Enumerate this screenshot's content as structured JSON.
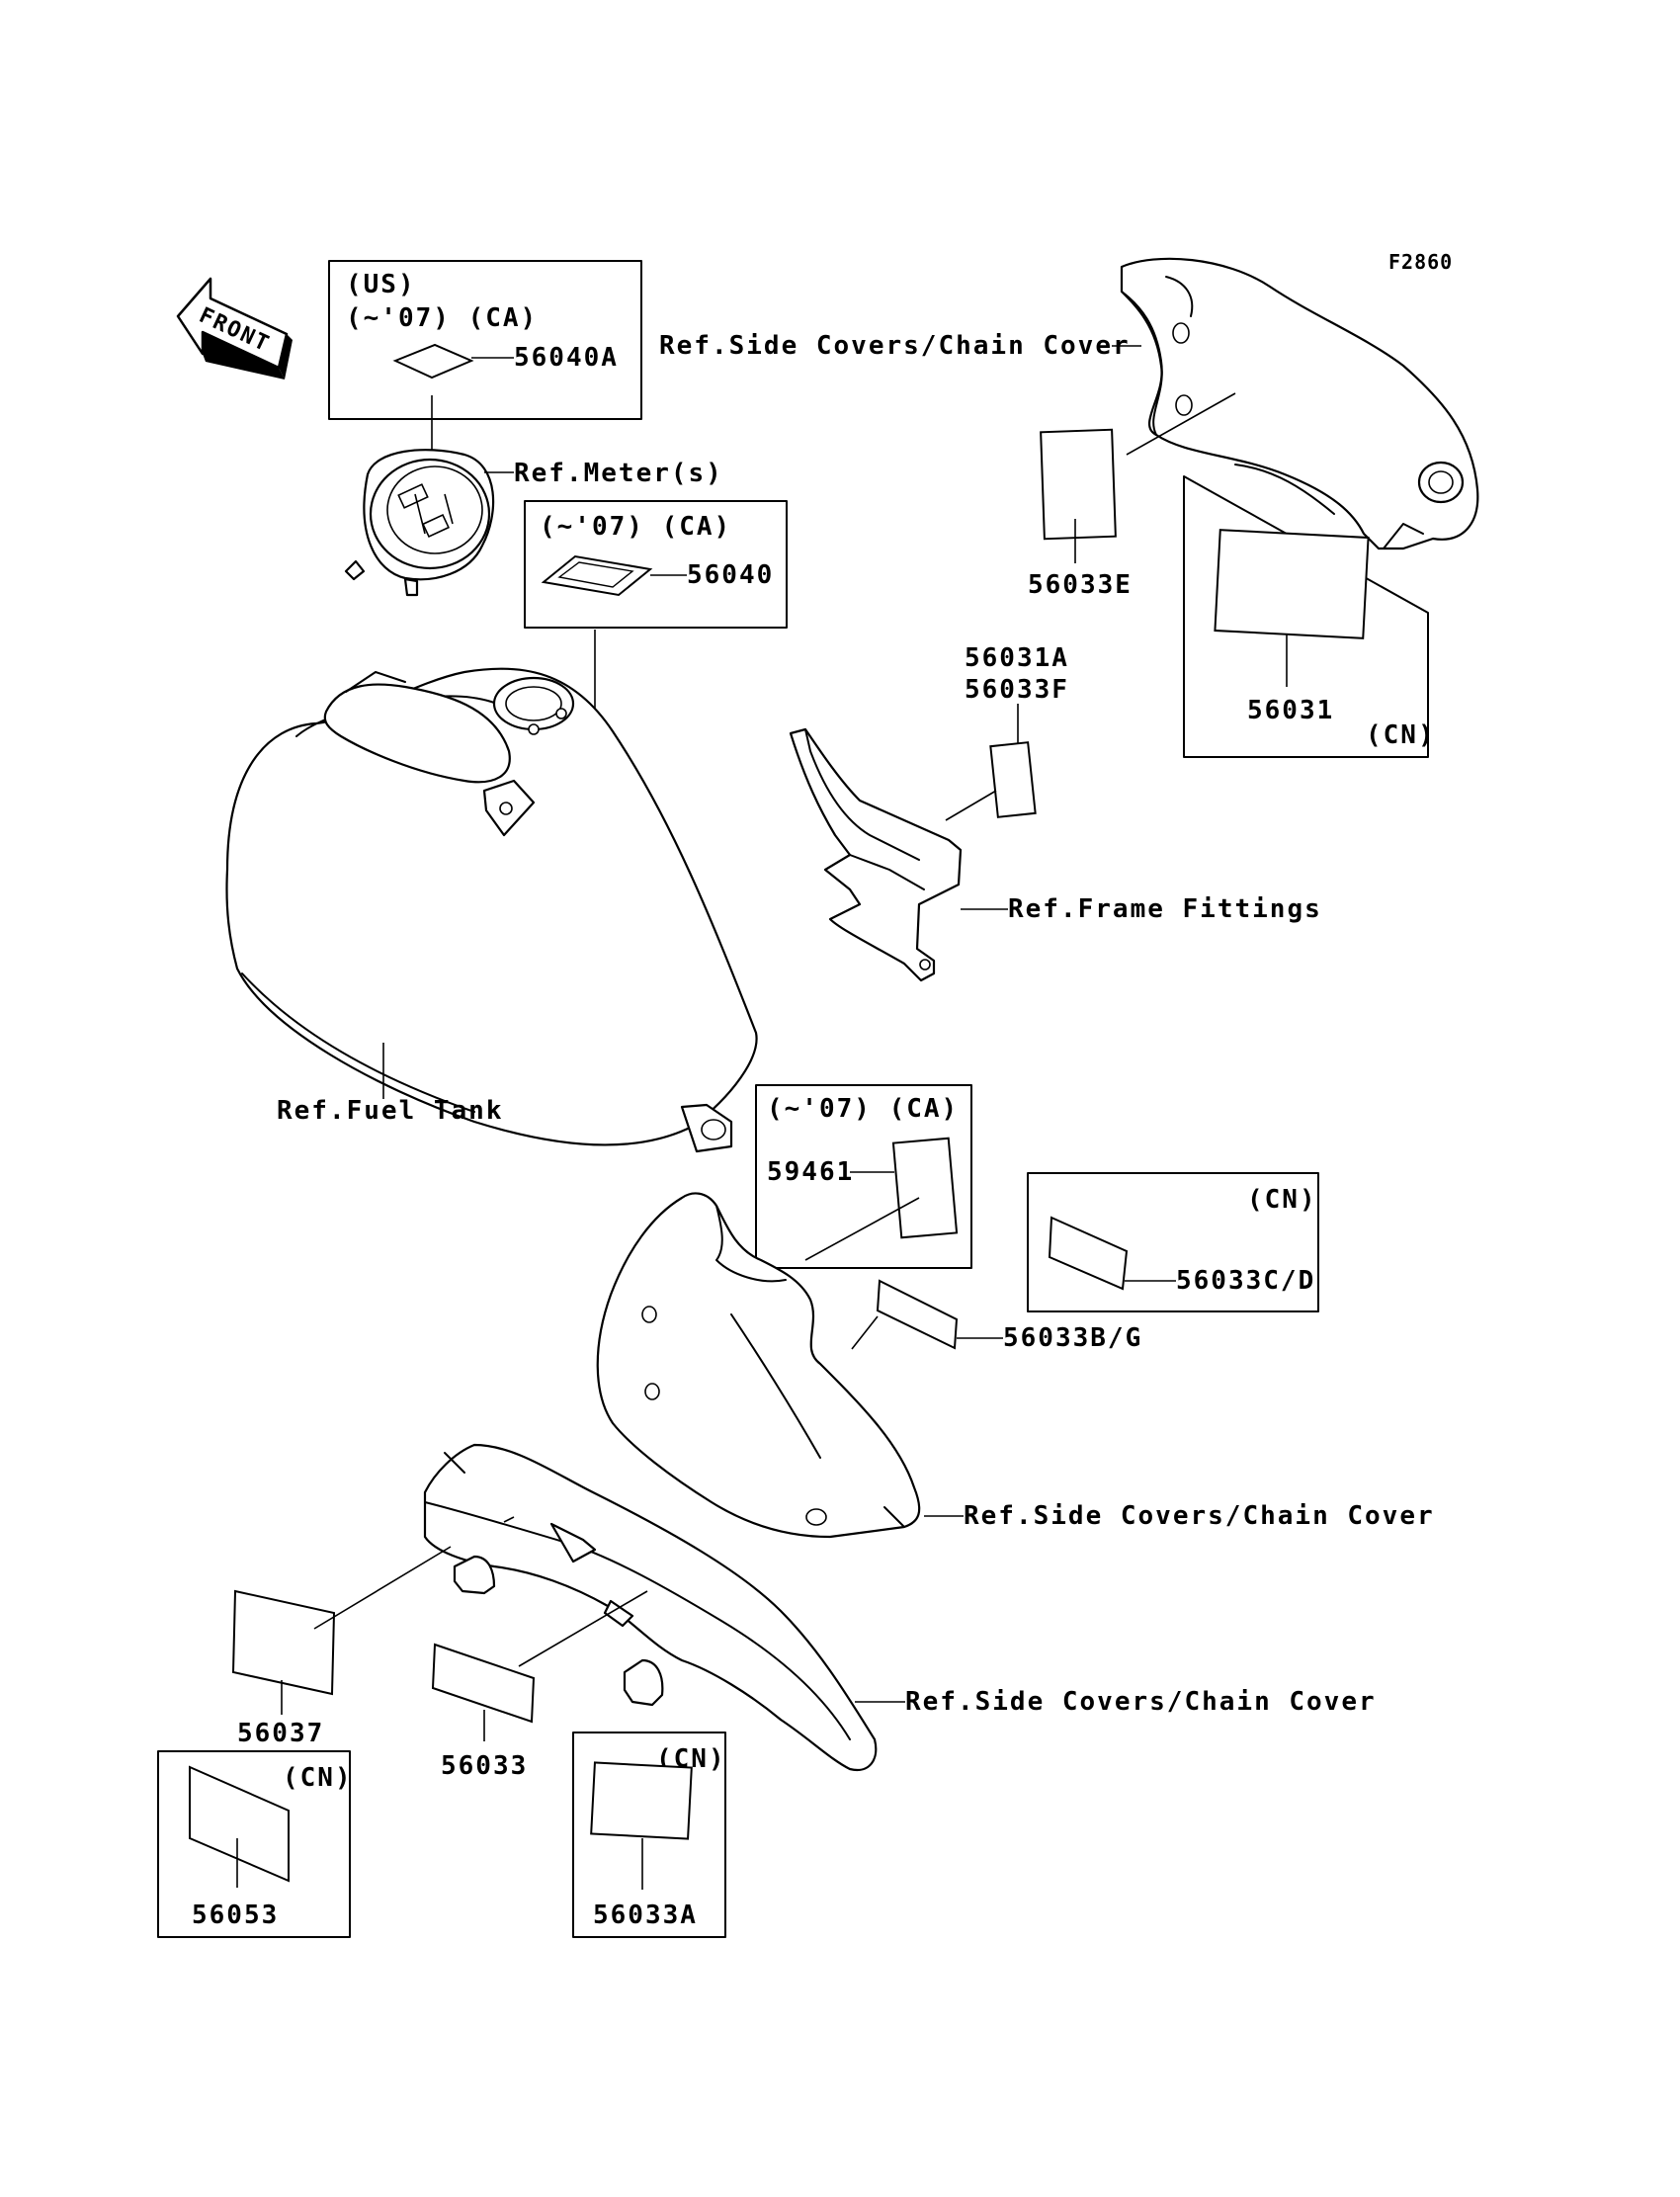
{
  "figure_code": "F2860",
  "front_label": "FRONT",
  "callouts": {
    "us": "(US)",
    "ca_07_a": "(~'07) (CA)",
    "ca_07_b": "(~'07) (CA)",
    "ca_07_c": "(~'07) (CA)",
    "cn_56031": "(CN)",
    "cn_56033cd": "(CN)",
    "cn_56053": "(CN)",
    "cn_56033a": "(CN)"
  },
  "part_numbers": {
    "p56040a": "56040A",
    "p56040": "56040",
    "p56033e": "56033E",
    "p56031": "56031",
    "p56031a": "56031A",
    "p56033f": "56033F",
    "p59461": "59461",
    "p56033cd": "56033C/D",
    "p56033bg": "56033B/G",
    "p56037": "56037",
    "p56033": "56033",
    "p56053": "56053",
    "p56033a": "56033A"
  },
  "references": {
    "side_covers_top": "Ref.Side Covers/Chain Cover",
    "meters": "Ref.Meter(s)",
    "frame_fittings": "Ref.Frame Fittings",
    "fuel_tank": "Ref.Fuel Tank",
    "side_covers_mid": "Ref.Side Covers/Chain Cover",
    "side_covers_bottom": "Ref.Side Covers/Chain Cover"
  }
}
